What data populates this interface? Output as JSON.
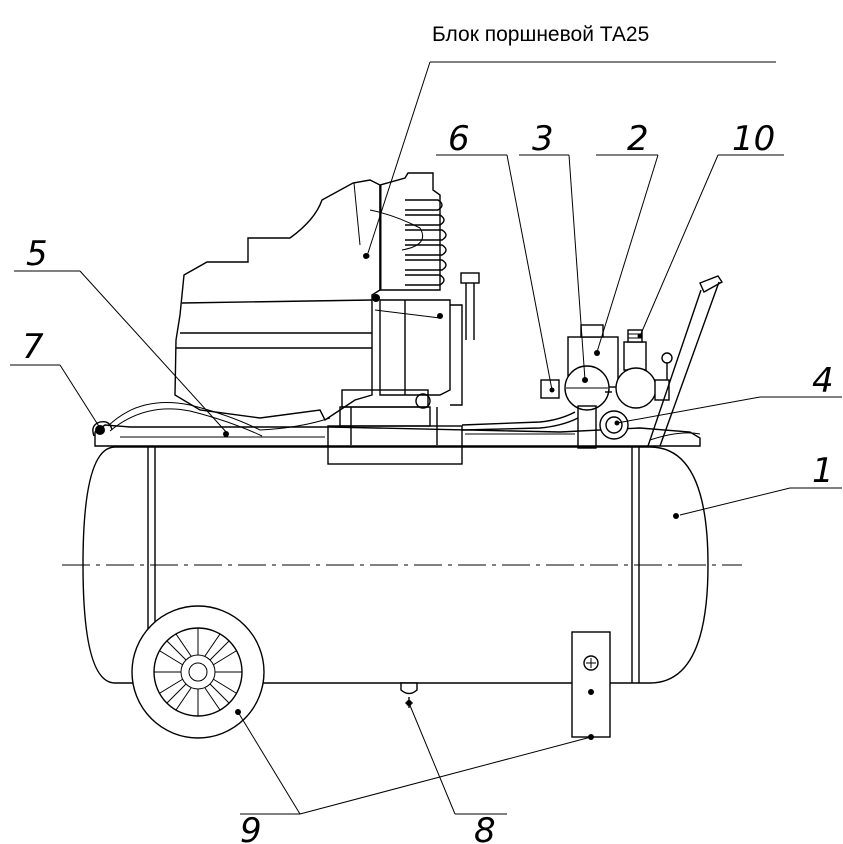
{
  "title": "Блок поршневой ТА25",
  "callouts": {
    "c1": "1",
    "c2": "2",
    "c3": "3",
    "c4": "4",
    "c5": "5",
    "c6": "6",
    "c7": "7",
    "c8": "8",
    "c9": "9",
    "c10": "10"
  }
}
